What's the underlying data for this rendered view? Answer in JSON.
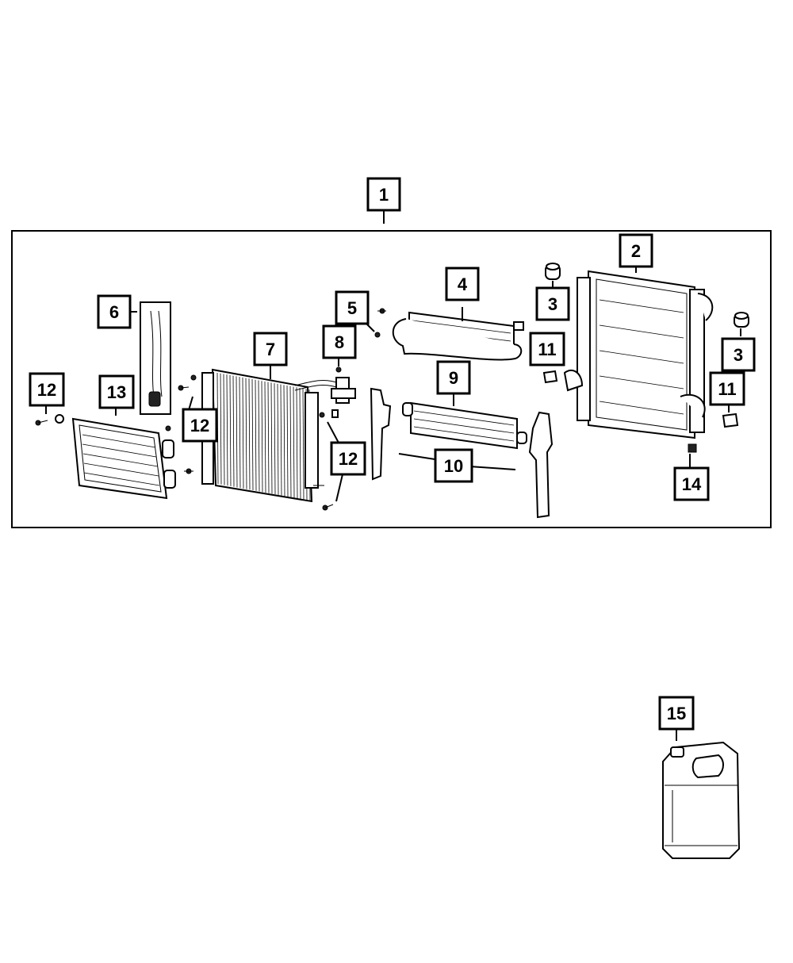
{
  "callouts": {
    "c1": "1",
    "c2": "2",
    "c3a": "3",
    "c3b": "3",
    "c4": "4",
    "c5": "5",
    "c6": "6",
    "c7": "7",
    "c8": "8",
    "c9": "9",
    "c10": "10",
    "c11a": "11",
    "c11b": "11",
    "c12a": "12",
    "c12b": "12",
    "c12c": "12",
    "c13": "13",
    "c14": "14",
    "c15": "15"
  },
  "colors": {
    "line": "#000000",
    "background": "#ffffff"
  }
}
